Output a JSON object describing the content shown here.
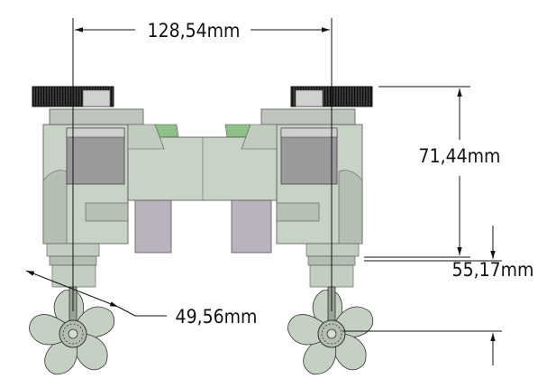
{
  "dimensions": {
    "width_between_axes": "128,54mm",
    "upper_height": "71,44mm",
    "lower_height": "55,17mm",
    "propeller_diameter": "49,56mm"
  },
  "colors": {
    "body": "#c9d2c6",
    "body_dark": "#9fa89c",
    "motor": "#9a9a9a",
    "servo": "#b9b3bd",
    "accent_green": "#8fc08a",
    "pulley": "#2a2a2a",
    "line": "#111111"
  }
}
